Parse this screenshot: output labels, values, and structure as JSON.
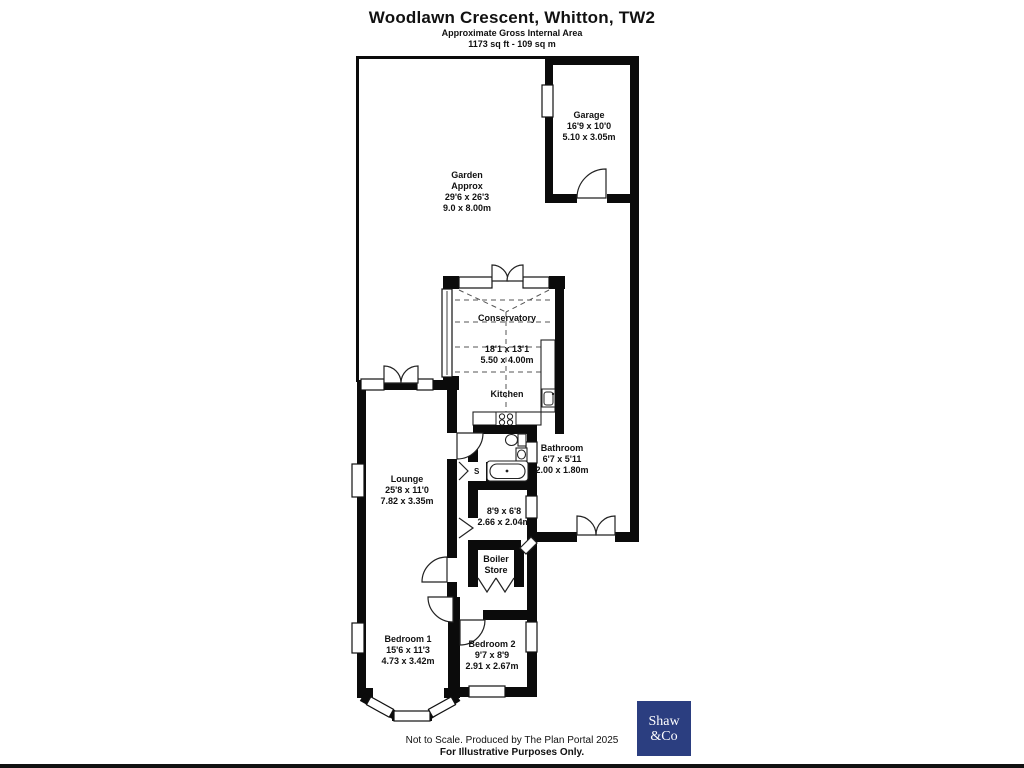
{
  "header": {
    "title": "Woodlawn Crescent, Whitton, TW2",
    "subtitle": "Approximate Gross Internal Area",
    "area": "1173 sq ft - 109 sq m"
  },
  "rooms": {
    "garage": {
      "name": "Garage",
      "imperial": "16'9 x 10'0",
      "metric": "5.10 x 3.05m"
    },
    "garden": {
      "name": "Garden",
      "qualifier": "Approx",
      "imperial": "29'6 x 26'3",
      "metric": "9.0 x 8.00m"
    },
    "conservatory": {
      "name": "Conservatory",
      "imperial": "18'1 x 13'1",
      "metric": "5.50 x 4.00m"
    },
    "kitchen": {
      "name": "Kitchen"
    },
    "lounge": {
      "name": "Lounge",
      "imperial": "25'8 x 11'0",
      "metric": "7.82 x 3.35m"
    },
    "bathroom": {
      "name": "Bathroom",
      "imperial": "6'7 x 5'11",
      "metric": "2.00 x 1.80m"
    },
    "hall": {
      "imperial": "8'9 x 6'8",
      "metric": "2.66 x 2.04m"
    },
    "boiler": {
      "line1": "Boiler",
      "line2": "Store"
    },
    "storage": {
      "name": "S"
    },
    "bedroom1": {
      "name": "Bedroom 1",
      "imperial": "15'6 x 11'3",
      "metric": "4.73 x 3.42m"
    },
    "bedroom2": {
      "name": "Bedroom 2",
      "imperial": "9'7 x 8'9",
      "metric": "2.91 x 2.67m"
    }
  },
  "footer": {
    "line1": "Not to Scale. Produced by The Plan Portal 2025",
    "line2": "For Illustrative Purposes Only."
  },
  "branding": {
    "name_line1": "Shaw",
    "name_line2": "&Co",
    "background": "#2b3e80",
    "text_color": "#ffffff"
  }
}
